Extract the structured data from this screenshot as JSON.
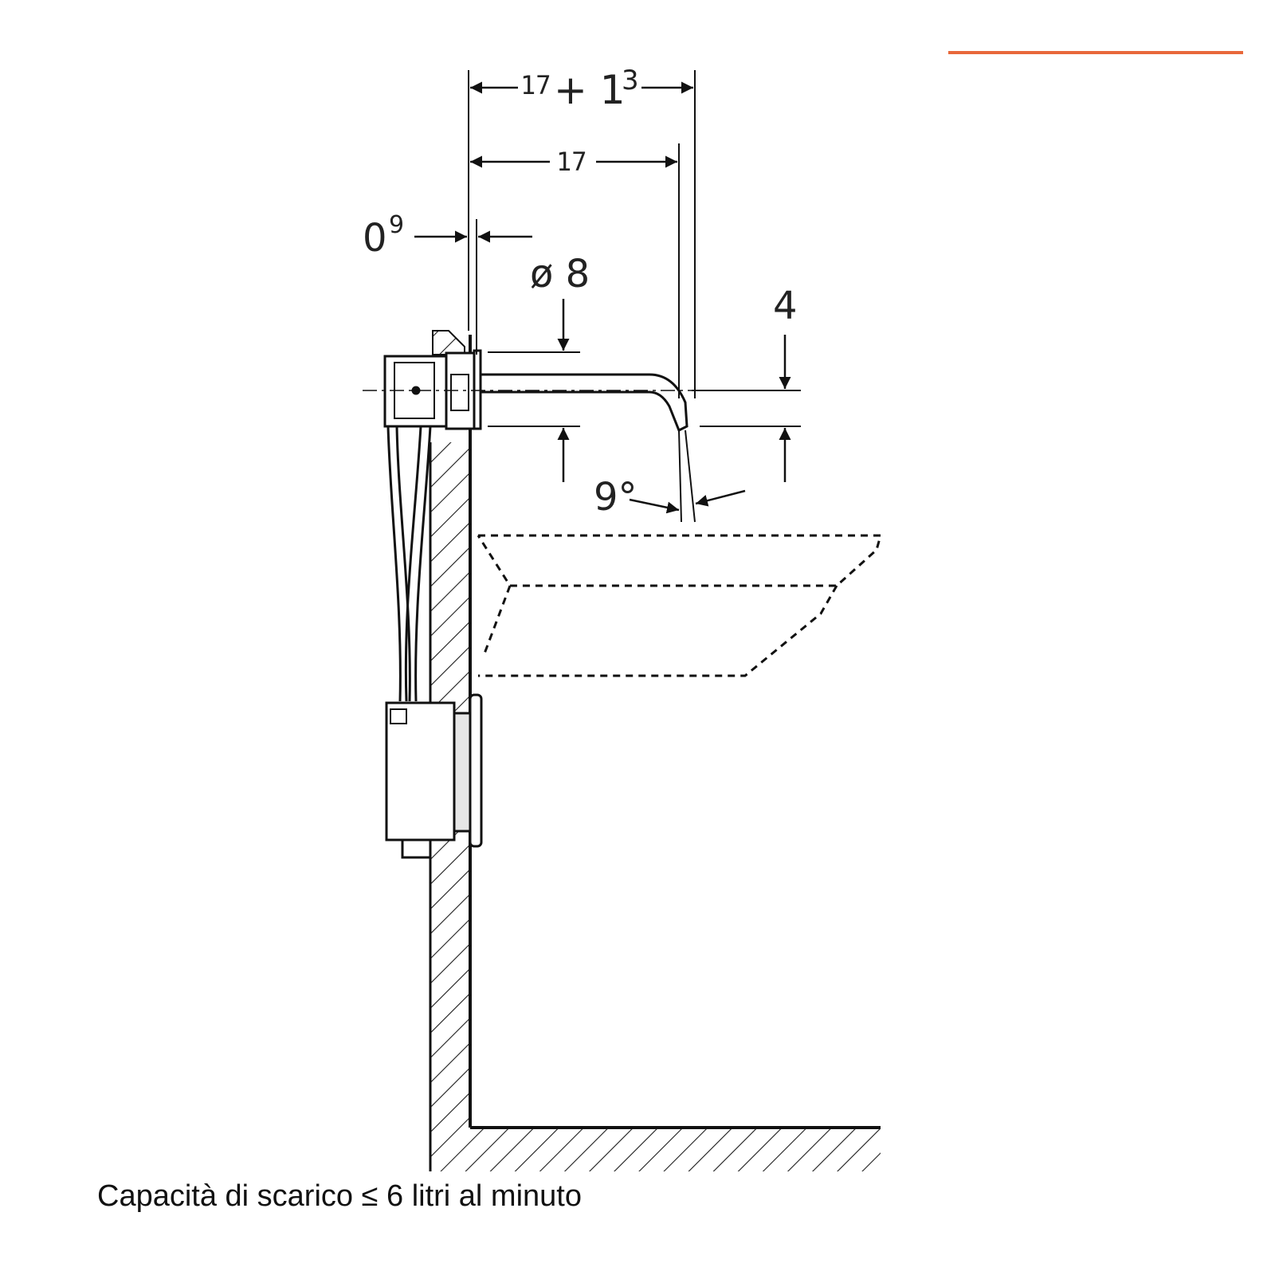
{
  "colors": {
    "accent": "#e8683a",
    "line": "#1a1a1a"
  },
  "dimensions": {
    "total_reach": {
      "main": "17",
      "plus": "+ 1",
      "sup": "3"
    },
    "reach": "17",
    "wall_offset": {
      "main": "0",
      "sup": "9"
    },
    "diameter": "ø 8",
    "height": "4",
    "angle": "9°"
  },
  "caption": "Capacità di scarico ≤ 6 litri al minuto"
}
